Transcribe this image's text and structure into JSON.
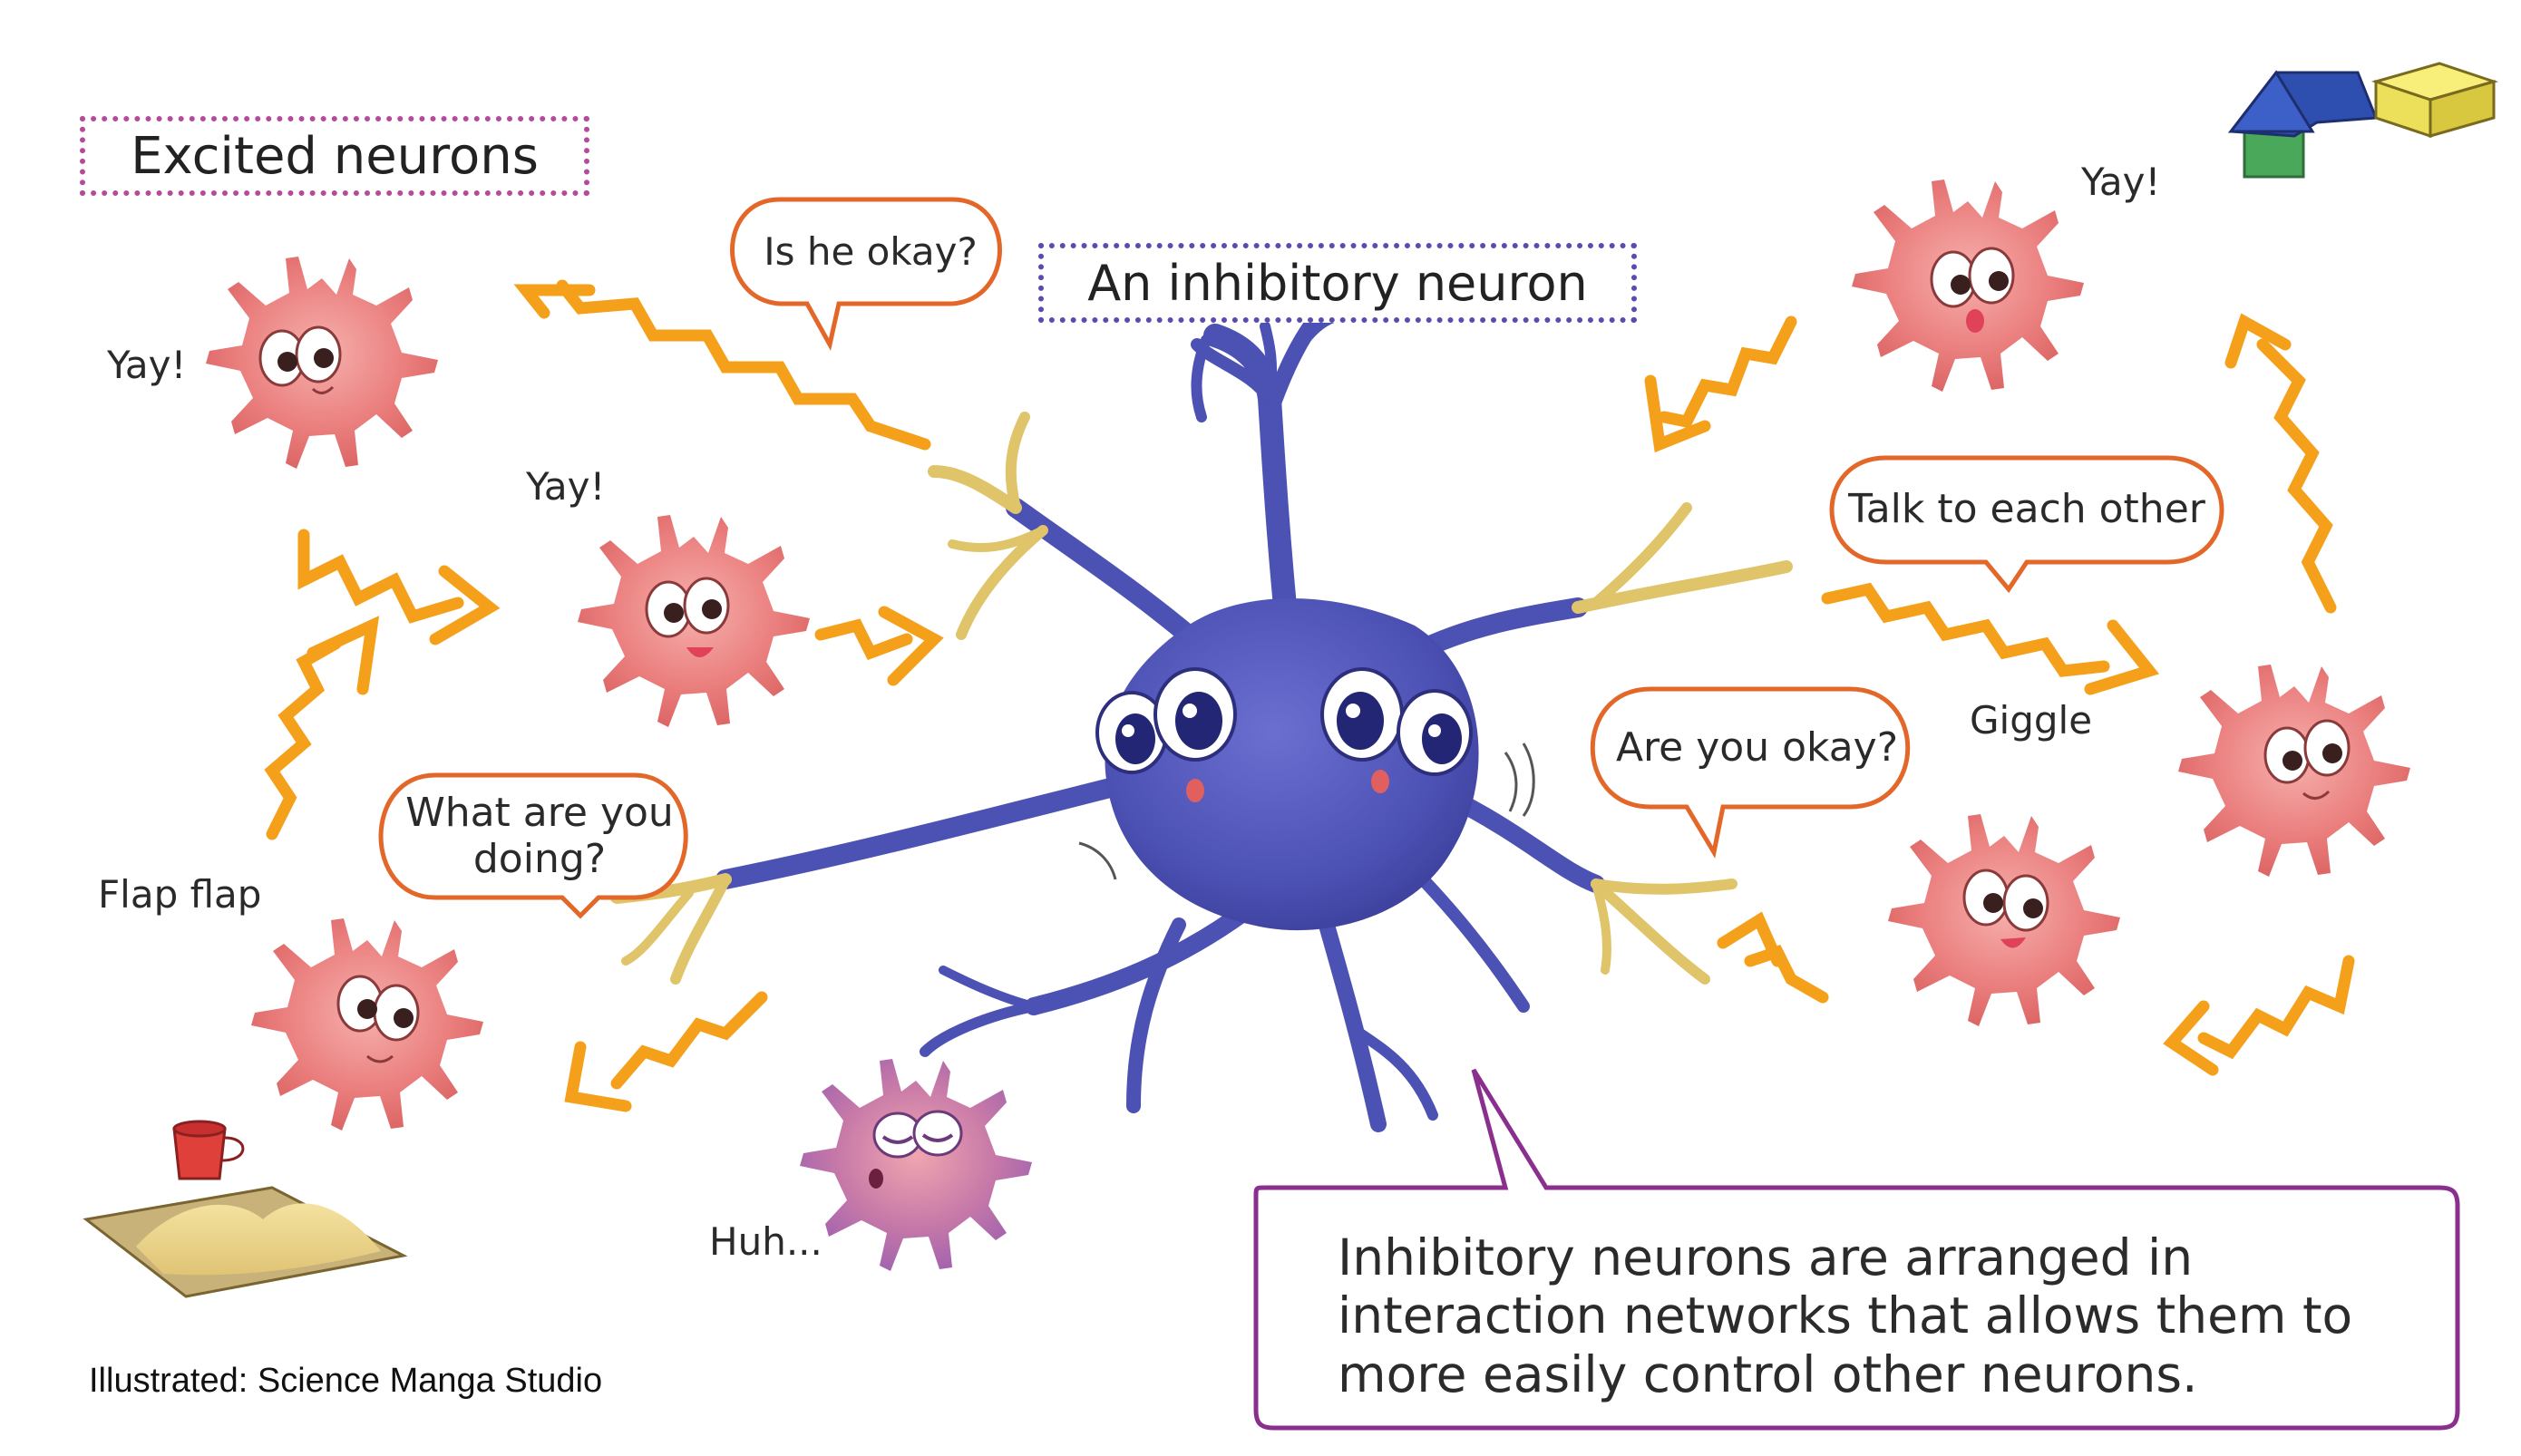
{
  "labels": {
    "excited": "Excited neurons",
    "inhibitory": "An inhibitory neuron"
  },
  "bubbles": {
    "is_he_okay": "Is he okay?",
    "what_doing": "What are you doing?",
    "talk": "Talk to each other",
    "are_you_okay": "Are you okay?"
  },
  "sfx": {
    "yay_1": "Yay!",
    "yay_2": "Yay!",
    "yay_3": "Yay!",
    "flap": "Flap flap",
    "huh": "Huh...",
    "giggle": "Giggle"
  },
  "caption": "Inhibitory neurons are arranged in interaction networks  that allows them to more easily control other neurons.",
  "credit": "Illustrated: Science Manga Studio",
  "colors": {
    "excited_label_border": "#b54a9c",
    "inhibitory_label_border": "#5b4bb0",
    "bubble_border": "#e4672a",
    "caption_border": "#8b2f8f",
    "arrow": "#f5a01a",
    "neuron_body": "#4a4fb0",
    "dendrite_tip": "#e0c46a",
    "excited_cell": "#ec8584"
  },
  "icons": [
    "zigzag-arrow-icon",
    "toy-house-icon",
    "toy-block-icon",
    "sand-bucket-icon",
    "sandbox-icon"
  ]
}
